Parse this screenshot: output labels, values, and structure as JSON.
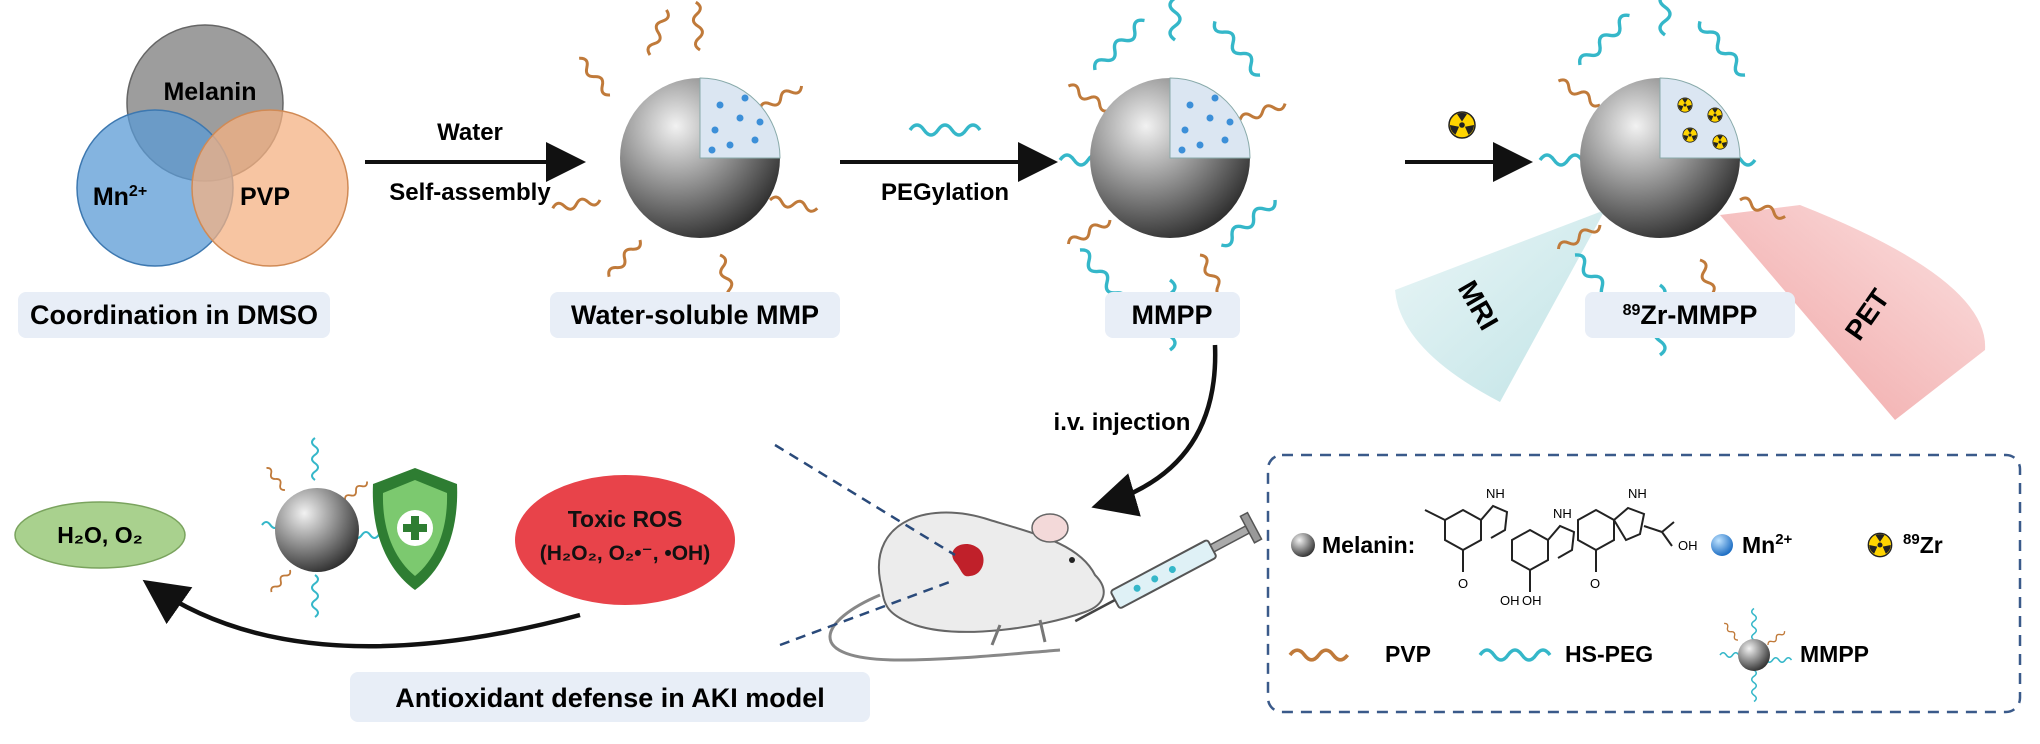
{
  "venn": {
    "melanin": "Melanin",
    "mn": "Mn",
    "mn_sup": "2+",
    "pvp": "PVP"
  },
  "step1": {
    "label": "Coordination in DMSO",
    "arrow_top": "Water",
    "arrow_bottom": "Self-assembly"
  },
  "step2": {
    "label": "Water-soluble MMP",
    "arrow_bottom": "PEGylation"
  },
  "step3": {
    "label": "MMPP",
    "arrow_down": "i.v. injection"
  },
  "step4": {
    "label_sup": "89",
    "label_rest": "Zr-MMPP",
    "cone_left": "MRI",
    "cone_right": "PET"
  },
  "ros": {
    "line1": "Toxic ROS",
    "line2": "(H₂O₂, O₂•⁻, •OH)"
  },
  "product": {
    "label": "H₂O, O₂"
  },
  "bottom_label": "Antioxidant defense in AKI model",
  "legend": {
    "melanin": "Melanin:",
    "mn": "Mn",
    "mn_sup": "2+",
    "zr_sup": "89",
    "zr": "Zr",
    "pvp": "PVP",
    "peg": "HS-PEG",
    "mmpp": "MMPP",
    "structure_labels": {
      "nh": "NH",
      "oh": "OH",
      "o": "O"
    }
  },
  "colors": {
    "melanin_circle": "#8c8c8c",
    "mn_circle": "#5b9bd5",
    "pvp_circle": "#f4b183",
    "pvp_chain": "#c07a3a",
    "peg_chain": "#35b7c9",
    "ros": "#e8434a",
    "product": "#a9d18e",
    "label_box": "#e8eef7",
    "dashed": "#3a5a8a",
    "mri_cone": "#cfe8ea",
    "pet_cone": "#f4b6b6",
    "shield": "#4caf50"
  },
  "icons": [
    "radiation-icon",
    "shield-plus-icon",
    "syringe-icon",
    "mouse-icon",
    "kidney-icon"
  ]
}
